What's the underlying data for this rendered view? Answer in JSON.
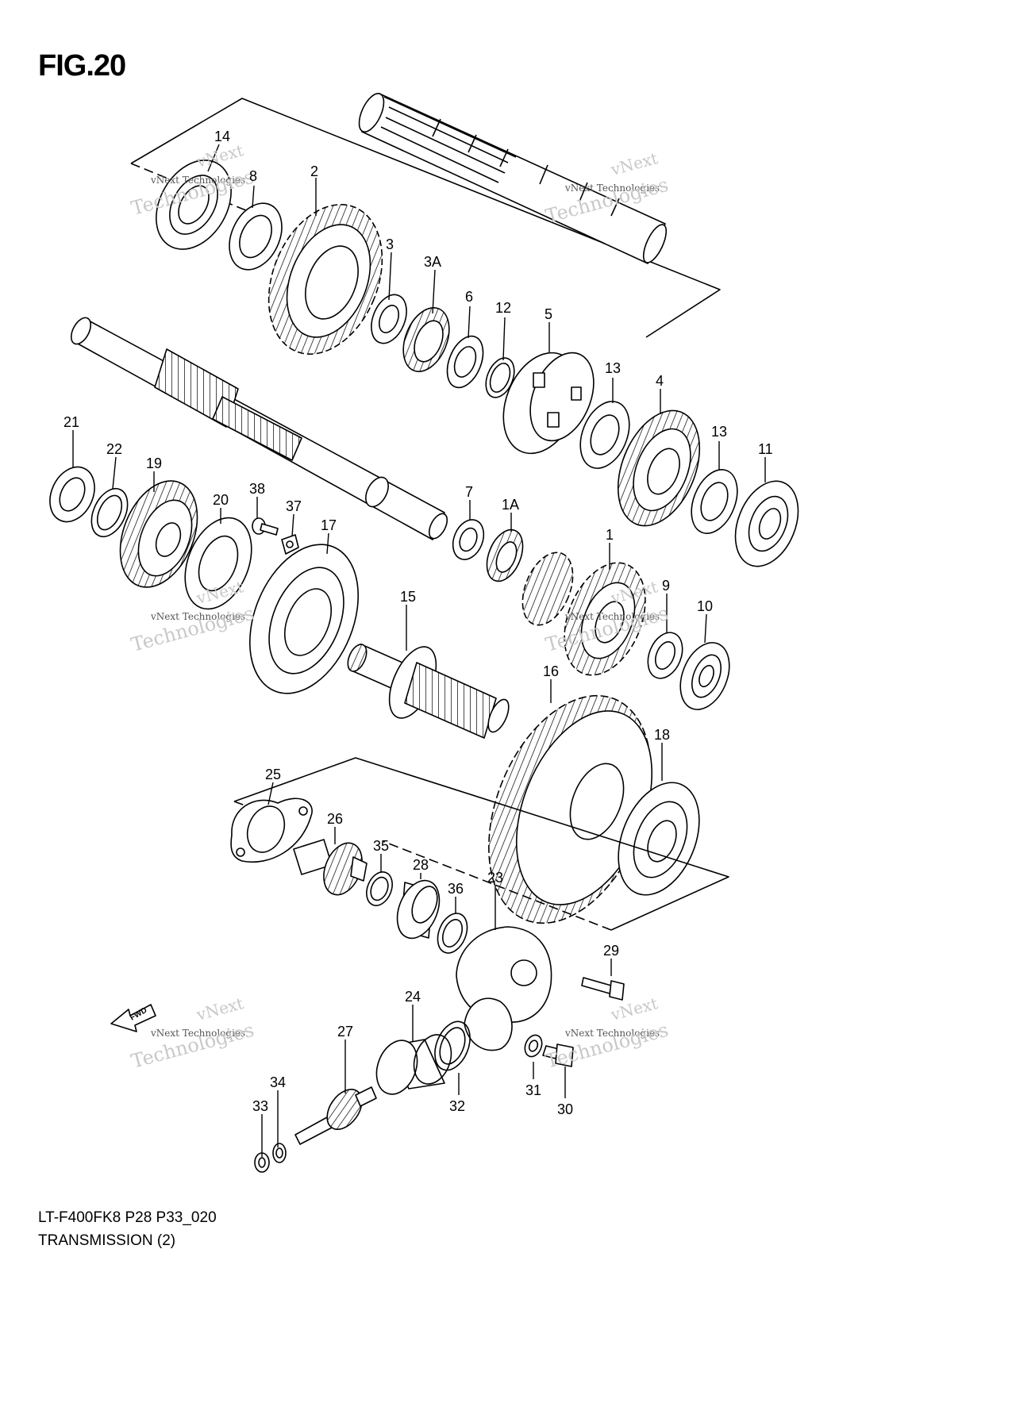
{
  "figure": {
    "title": "FIG.20"
  },
  "footer": {
    "model_code": "LT-F400FK8 P28 P33_020",
    "section_name": "TRANSMISSION (2)"
  },
  "watermark": {
    "line1": "vNext",
    "line2": "vNext Technologies",
    "line3": "Technologies"
  },
  "direction_arrow": {
    "label": "FWD"
  },
  "callouts": [
    {
      "id": "c14",
      "label": "14"
    },
    {
      "id": "c8",
      "label": "8"
    },
    {
      "id": "c2",
      "label": "2"
    },
    {
      "id": "c3",
      "label": "3"
    },
    {
      "id": "c3A",
      "label": "3A"
    },
    {
      "id": "c6",
      "label": "6"
    },
    {
      "id": "c12",
      "label": "12"
    },
    {
      "id": "c5",
      "label": "5"
    },
    {
      "id": "c13a",
      "label": "13"
    },
    {
      "id": "c4",
      "label": "4"
    },
    {
      "id": "c13b",
      "label": "13"
    },
    {
      "id": "c11",
      "label": "11"
    },
    {
      "id": "c21",
      "label": "21"
    },
    {
      "id": "c22",
      "label": "22"
    },
    {
      "id": "c19",
      "label": "19"
    },
    {
      "id": "c20",
      "label": "20"
    },
    {
      "id": "c38",
      "label": "38"
    },
    {
      "id": "c37",
      "label": "37"
    },
    {
      "id": "c17",
      "label": "17"
    },
    {
      "id": "c7",
      "label": "7"
    },
    {
      "id": "c1A",
      "label": "1A"
    },
    {
      "id": "c1",
      "label": "1"
    },
    {
      "id": "c9",
      "label": "9"
    },
    {
      "id": "c10",
      "label": "10"
    },
    {
      "id": "c15",
      "label": "15"
    },
    {
      "id": "c16",
      "label": "16"
    },
    {
      "id": "c18",
      "label": "18"
    },
    {
      "id": "c25",
      "label": "25"
    },
    {
      "id": "c26",
      "label": "26"
    },
    {
      "id": "c35",
      "label": "35"
    },
    {
      "id": "c28",
      "label": "28"
    },
    {
      "id": "c36",
      "label": "36"
    },
    {
      "id": "c23",
      "label": "23"
    },
    {
      "id": "c29",
      "label": "29"
    },
    {
      "id": "c24",
      "label": "24"
    },
    {
      "id": "c27",
      "label": "27"
    },
    {
      "id": "c34",
      "label": "34"
    },
    {
      "id": "c33",
      "label": "33"
    },
    {
      "id": "c32",
      "label": "32"
    },
    {
      "id": "c31",
      "label": "31"
    },
    {
      "id": "c30",
      "label": "30"
    }
  ]
}
